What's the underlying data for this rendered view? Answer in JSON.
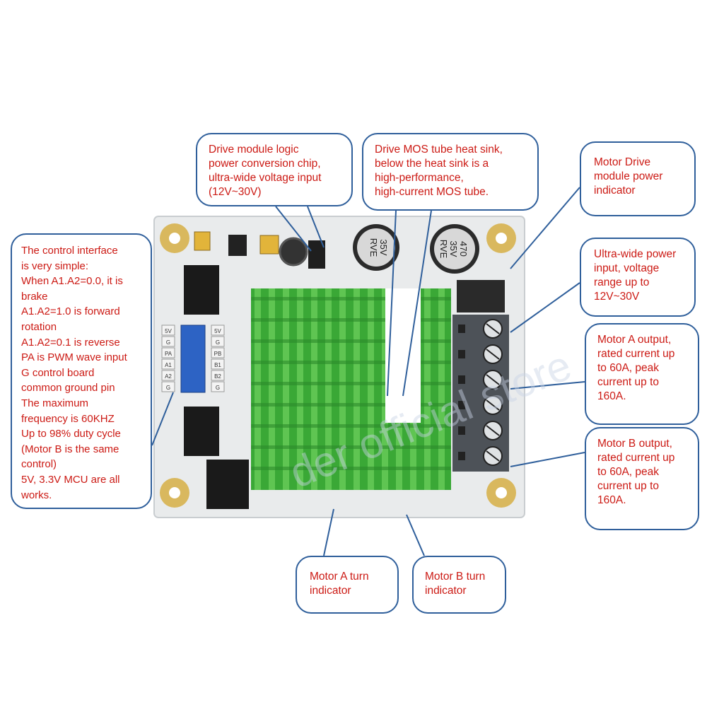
{
  "callouts": {
    "chip": "Drive module logic\npower conversion chip,\nultra-wide voltage input\n(12V~30V)",
    "mos": "Drive MOS tube heat sink,\nbelow the heat sink is a\nhigh-performance,\nhigh-current MOS tube.",
    "power_indicator": "Motor Drive\nmodule power\nindicator",
    "power_input": "Ultra-wide power\ninput, voltage\nrange up to\n12V~30V",
    "motor_a": "Motor A output,\nrated current up\nto 60A, peak\ncurrent up to\n160A.",
    "motor_b": "Motor B output,\nrated current up\nto 60A, peak\ncurrent up to\n160A.",
    "turn_a": "Motor A turn\nindicator",
    "turn_b": "Motor B turn\nindicator",
    "control": "The control interface\nis very simple:\nWhen A1.A2=0.0, it is\nbrake\nA1.A2=1.0 is forward\nrotation\nA1.A2=0.1 is reverse\nPA is PWM wave input\nG control board\ncommon ground pin\nThe maximum\nfrequency is 60KHZ\nUp to 98% duty cycle\n(Motor B is the same\ncontrol)\n5V, 3.3V MCU are all\nworks."
  },
  "board": {
    "cap_left": "35V\nRVE",
    "cap_right": "470\n35V\nRVE",
    "header_left": [
      "5V",
      "G",
      "PA",
      "A1",
      "A2",
      "G"
    ],
    "header_right": [
      "5V",
      "G",
      "PB",
      "B1",
      "B2",
      "G"
    ],
    "watermark": "der official store"
  },
  "colors": {
    "callout_border": "#2f5f9b",
    "callout_text": "#cc1a14",
    "heatsink": "#3aa836",
    "header": "#2d63c4",
    "terminal": "#4d5258"
  }
}
